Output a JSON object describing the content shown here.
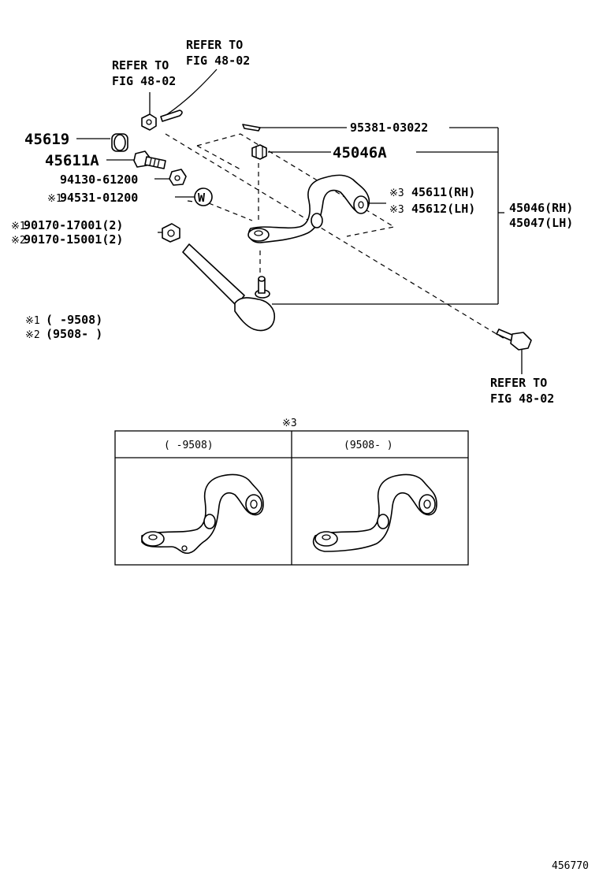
{
  "labels": {
    "refer_top_1": "REFER TO",
    "refer_top_2": "FIG 48-02",
    "refer_left_1": "REFER TO",
    "refer_left_2": "FIG 48-02",
    "refer_bottom_1": "REFER TO",
    "refer_bottom_2": "FIG 48-02",
    "p45619": "45619",
    "p45611a": "45611A",
    "p94130": "94130-61200",
    "p94531_mark": "※1",
    "p94531": "94531-01200",
    "p90170a_mark": "※1",
    "p90170a": "90170-17001(2)",
    "p90170b_mark": "※2",
    "p90170b": "90170-15001(2)",
    "p95381": "95381-03022",
    "p45046a": "45046A",
    "p45611_mark": "※3",
    "p45611": "45611(RH)",
    "p45612_mark": "※3",
    "p45612": "45612(LH)",
    "p45046": "45046(RH)",
    "p45047": "45047(LH)",
    "washer_letter": "W",
    "note1_mark": "※1",
    "note1": "(      -9508)",
    "note2_mark": "※2",
    "note2": "(9508-      )",
    "table_title": "※3",
    "col1_header": "(      -9508)",
    "col2_header": "(9508-      )",
    "drawing_id": "456770"
  }
}
